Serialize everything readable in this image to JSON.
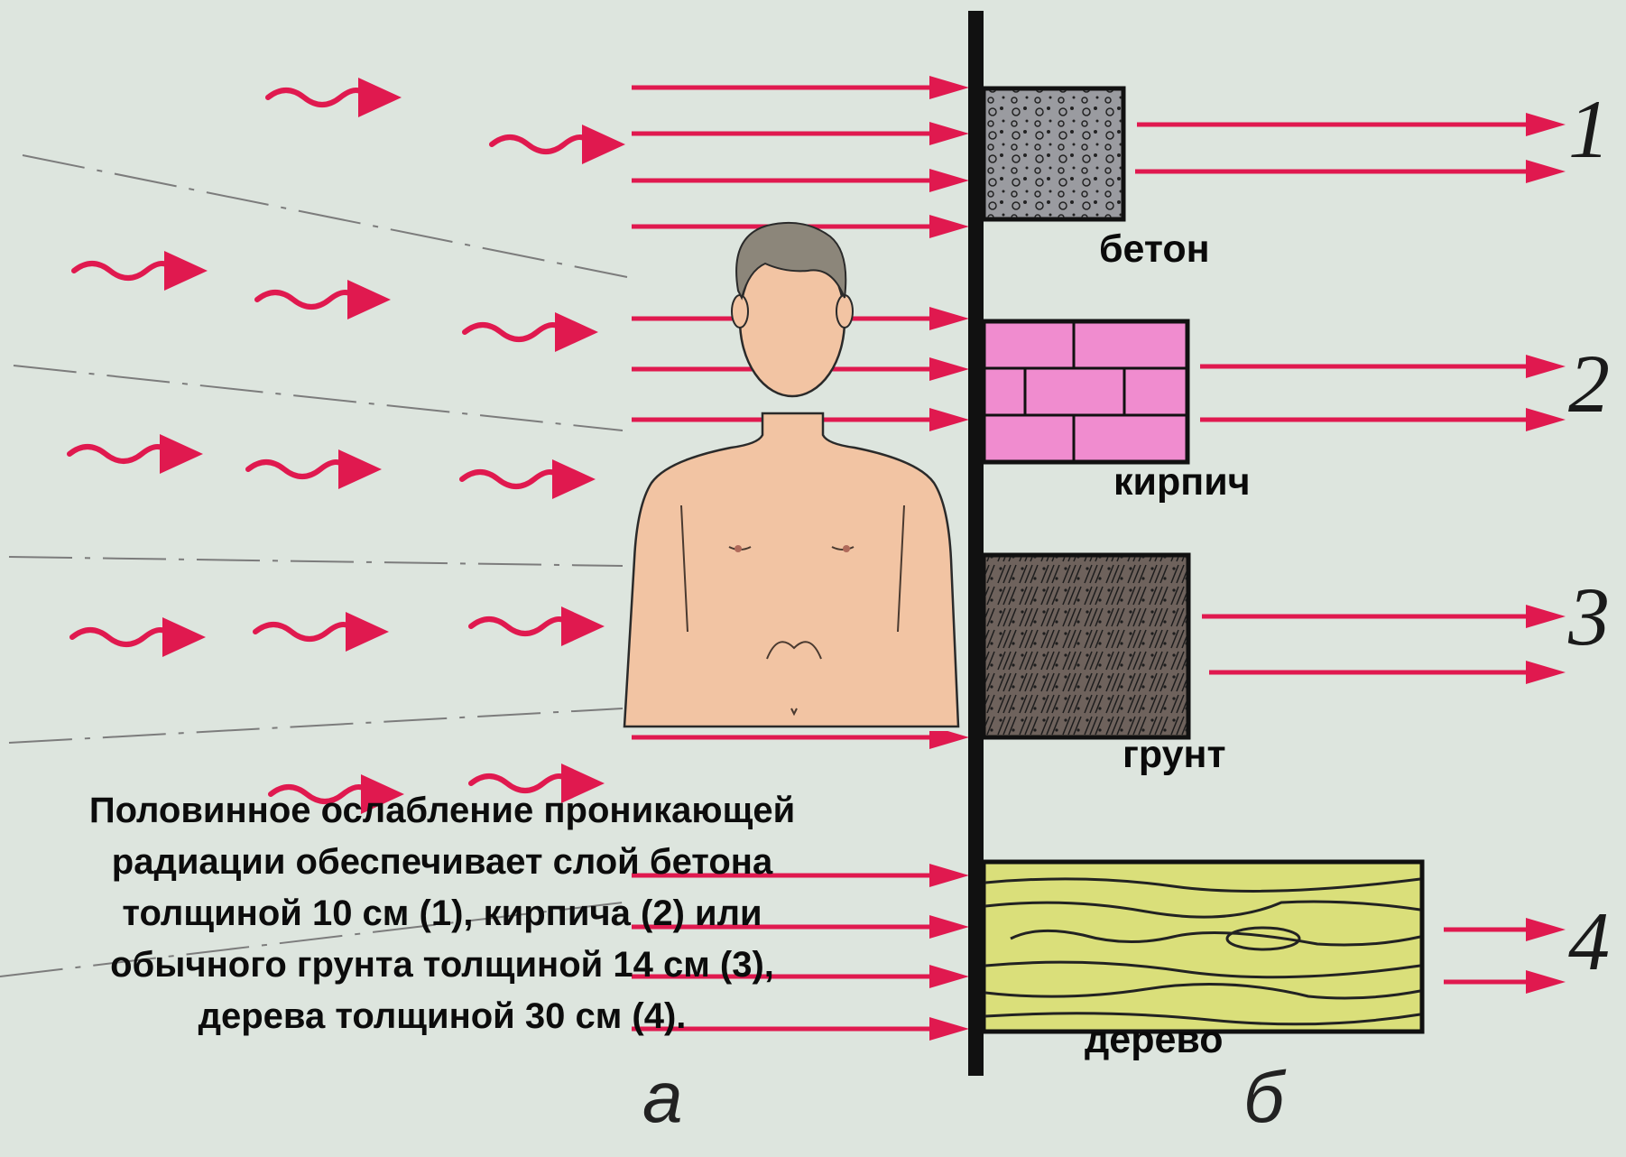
{
  "materials": [
    {
      "id": "1",
      "label": "бетон"
    },
    {
      "id": "2",
      "label": "кирпич"
    },
    {
      "id": "3",
      "label": "грунт"
    },
    {
      "id": "4",
      "label": "дерево"
    }
  ],
  "part_labels": {
    "left": "а",
    "right": "б"
  },
  "caption_lines": [
    "Половинное ослабление проникающей",
    "радиации обеспечивает слой бетона",
    "толщиной 10 см (1), кирпича (2) или",
    "обычного грунта толщиной 14 см (3),",
    "дерева толщиной 30 см (4)."
  ],
  "colors": {
    "background": "#dde5de",
    "arrow": "#e0194f",
    "wall": "#111111",
    "concrete": "#9a9ba0",
    "brick": "#f08ccf",
    "soil": "#6e625c",
    "wood": "#dadf7a",
    "skin": "#f2c4a3"
  }
}
